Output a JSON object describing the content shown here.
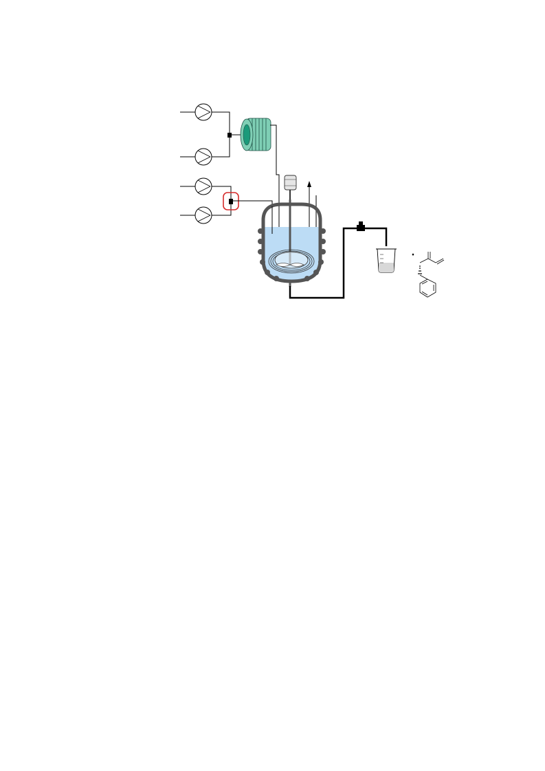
{
  "diagram": {
    "type": "flow-chemistry process schematic",
    "components": {
      "pumps": [
        "pump-1",
        "pump-2",
        "pump-3",
        "pump-4"
      ],
      "mixers": [
        "t-mixer-upper",
        "t-mixer-lower-highlighted",
        "t-mixer-outlet"
      ],
      "coil_reactor": "coil-reactor",
      "stirred_tank": "jacketed-stirred-tank-reactor",
      "collection": "collection-beaker",
      "molecule": "product-structure"
    },
    "colors": {
      "coil": "#7fcfb5",
      "coil_core": "#1a9a7a",
      "liquid": "#bcdcf5",
      "jacket": "#555555",
      "highlight": "#d62b2b",
      "line": "#000000"
    },
    "molecule_label": "*"
  }
}
